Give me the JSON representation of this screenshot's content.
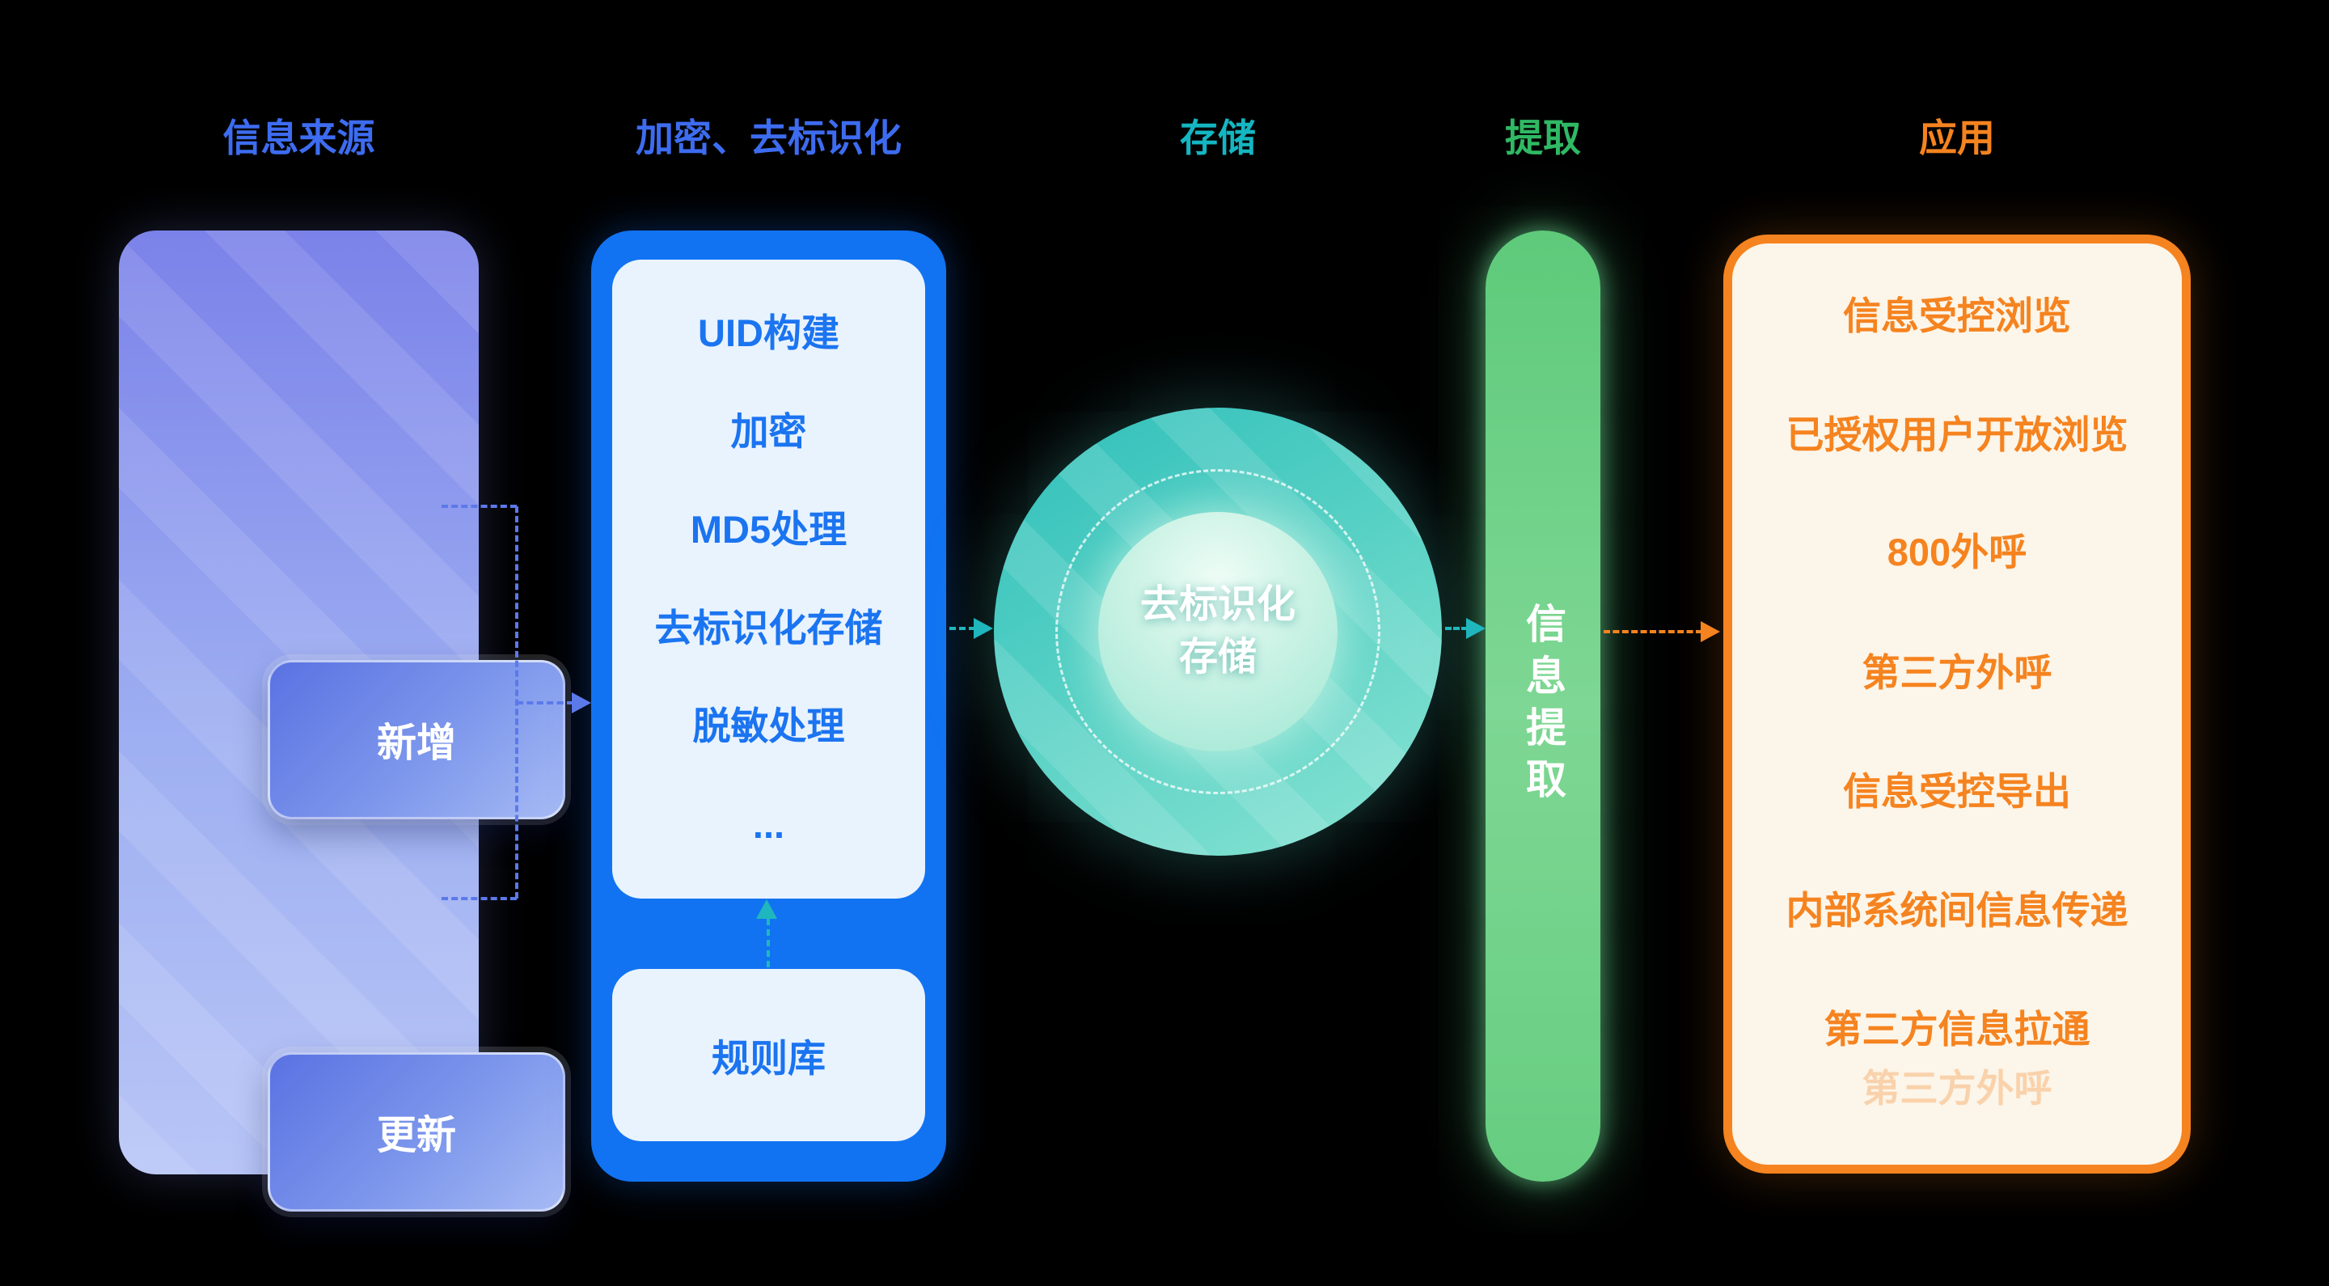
{
  "headers": {
    "source": "信息来源",
    "encrypt": "加密、去标识化",
    "storage": "存储",
    "extract": "提取",
    "apps": "应用"
  },
  "source": {
    "new_label": "新增",
    "update_label": "更新"
  },
  "encrypt": {
    "steps": [
      "UID构建",
      "加密",
      "MD5处理",
      "去标识化存储",
      "脱敏处理",
      "..."
    ],
    "rule_lib": "规则库"
  },
  "storage": {
    "circle_line1": "去标识化",
    "circle_line2": "存储"
  },
  "extract": {
    "bar_label": "信息提取"
  },
  "apps": {
    "items": [
      "信息受控浏览",
      "已授权用户开放浏览",
      "800外呼",
      "第三方外呼",
      "信息受控导出",
      "内部系统间信息传递",
      "第三方信息拉通",
      "第三方外呼"
    ]
  },
  "colors": {
    "header_blue": "#3d6cf0",
    "panel_blue": "#1173f2",
    "teal": "#1fb7bd",
    "green": "#5eca7a",
    "orange": "#f5831f",
    "source_gradient_top": "#7b82e9",
    "source_gradient_bottom": "#b8c5f6"
  }
}
